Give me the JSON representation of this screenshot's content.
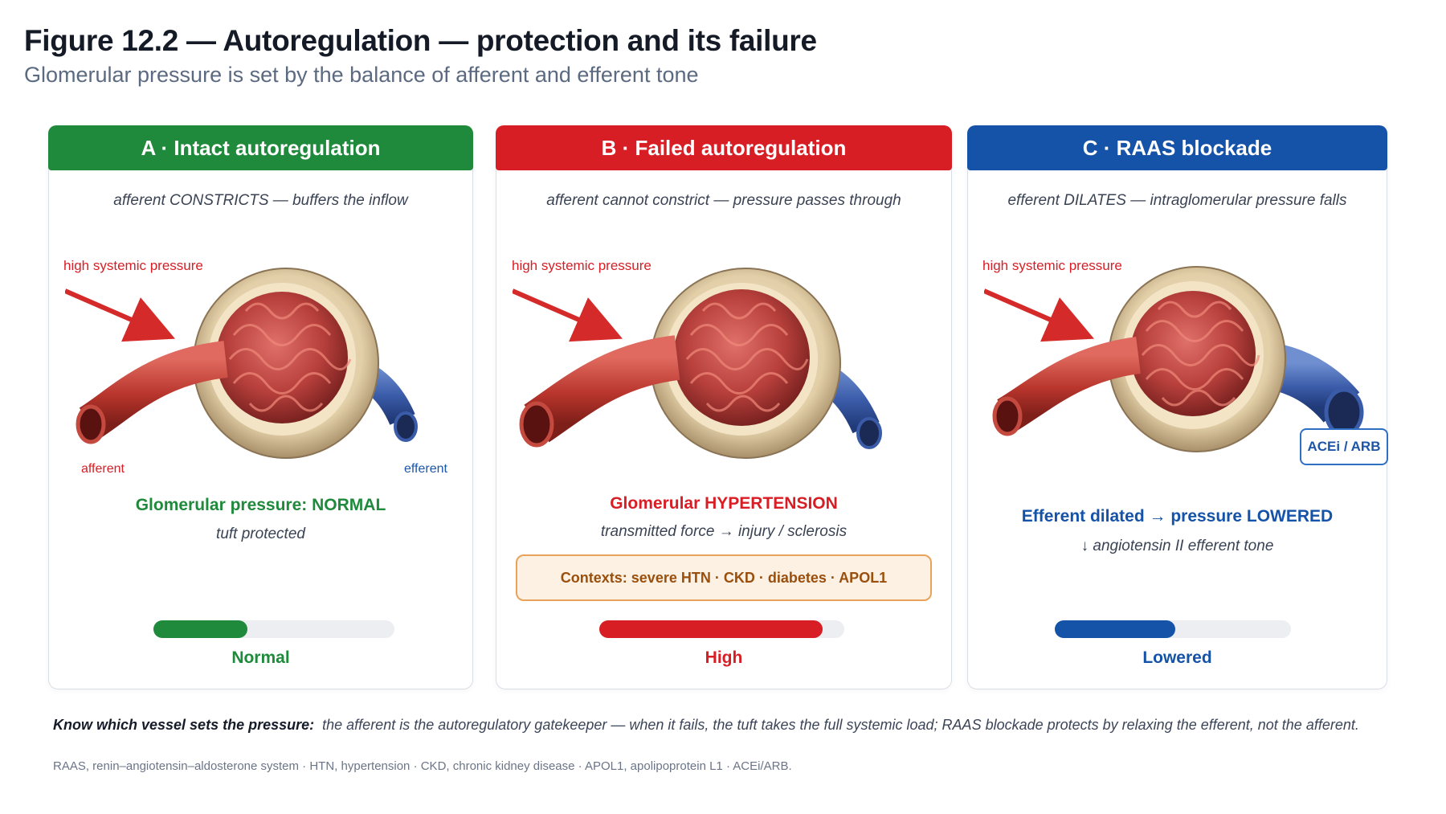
{
  "figure": {
    "title": "Figure 12.2 — Autoregulation — protection and its failure",
    "subtitle": "Glomerular pressure is set by the balance of afferent and efferent tone"
  },
  "colors": {
    "green": "#1f8a3b",
    "red": "#d81e25",
    "blue": "#1553a8",
    "artery": "#c0392b",
    "vein": "#2b4f9e"
  },
  "panels": [
    {
      "header": "A · Intact autoregulation",
      "caption": "afferent CONSTRICTS — buffers the inflow",
      "systemic_label": "high systemic pressure",
      "afferent_label": "afferent",
      "efferent_label": "efferent",
      "status_title": "Glomerular pressure: NORMAL",
      "status_sub": "tuft protected",
      "pressure_level_fraction": 0.39,
      "level_label": "Normal"
    },
    {
      "header": "B · Failed autoregulation",
      "caption": "afferent cannot constrict — pressure passes through",
      "systemic_label": "high systemic pressure",
      "status_title": "Glomerular HYPERTENSION",
      "status_sub": "transmitted force → injury / sclerosis",
      "contexts": "Contexts: severe HTN · CKD · diabetes · APOL1",
      "pressure_level_fraction": 0.91,
      "level_label": "High"
    },
    {
      "header": "C · RAAS blockade",
      "caption": "efferent DILATES — intraglomerular pressure falls",
      "systemic_label": "high systemic pressure",
      "drug_label": "ACEi / ARB",
      "status_title": "Efferent dilated → pressure LOWERED",
      "status_sub": "↓ angiotensin II efferent tone",
      "pressure_level_fraction": 0.51,
      "level_label": "Lowered"
    }
  ],
  "takeaway": {
    "lead": "Know which vessel sets the pressure:",
    "text": "the afferent is the autoregulatory gatekeeper — when it fails, the tuft takes the full systemic load; RAAS blockade protects by relaxing the efferent, not the afferent."
  },
  "abbreviations": "RAAS, renin–angiotensin–aldosterone system · HTN, hypertension · CKD, chronic kidney disease · APOL1, apolipoprotein L1 · ACEi/ARB."
}
